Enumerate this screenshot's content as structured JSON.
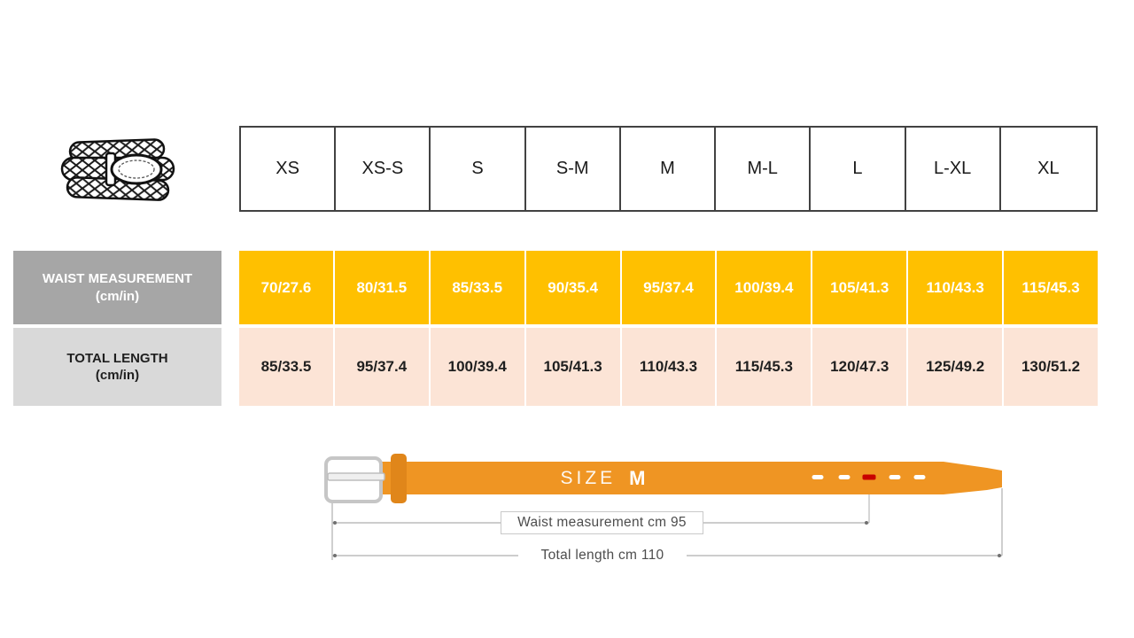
{
  "colors": {
    "waist_row_bg": "#FFC000",
    "waist_row_text": "#FFFFFF",
    "length_row_bg": "#FCE4D6",
    "length_row_text": "#1F1F1F",
    "waist_label_bg": "#A6A6A6",
    "length_label_bg": "#D9D9D9",
    "table_border": "#424242",
    "belt_orange": "#EF9523",
    "belt_keeper_orange": "#E0861A",
    "hole_red": "#C80000",
    "annotation_line": "#AFAFAF",
    "annotation_text": "#4D4D4D"
  },
  "icons": {
    "product_image": "braided-belt-illustration",
    "diagram_buckle": "belt-buckle-icon"
  },
  "size_chart": {
    "sizes": [
      "XS",
      "XS-S",
      "S",
      "S-M",
      "M",
      "M-L",
      "L",
      "L-XL",
      "XL"
    ],
    "rows": [
      {
        "label": "WAIST MEASUREMENT",
        "unit": "(cm/in)",
        "values": [
          "70/27.6",
          "80/31.5",
          "85/33.5",
          "90/35.4",
          "95/37.4",
          "100/39.4",
          "105/41.3",
          "110/43.3",
          "115/45.3"
        ]
      },
      {
        "label": "TOTAL LENGTH",
        "unit": "(cm/in)",
        "values": [
          "85/33.5",
          "95/37.4",
          "100/39.4",
          "105/41.3",
          "110/43.3",
          "115/45.3",
          "120/47.3",
          "125/49.2",
          "130/51.2"
        ]
      }
    ]
  },
  "diagram": {
    "size_label": "SIZE",
    "size_value": "M",
    "waist_annotation": "Waist measurement cm 95",
    "length_annotation": "Total length cm 110"
  }
}
